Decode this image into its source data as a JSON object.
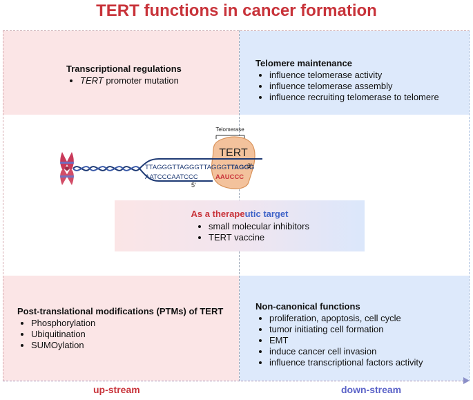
{
  "title": "TERT functions in cancer formation",
  "top_left": {
    "heading": "Transcriptional regulations",
    "items": [
      {
        "em": "TERT",
        "text": " promoter mutation"
      }
    ]
  },
  "top_right": {
    "heading": "Telomere maintenance",
    "items": [
      "influence telomerase activity",
      "influence telomerase assembly",
      "influence recruiting telomerase to telomere"
    ]
  },
  "center": {
    "telomerase_label": "Telomerase",
    "tert_label": "TERT",
    "strand_top": "TTAGGGTTAGGGTTAGGG",
    "strand_top_bold": "TTAGGG",
    "end_3": "3'",
    "strand_bottom": "AATCCCAATCCC",
    "end_5": "5'",
    "template": "AAUCCC"
  },
  "therapy": {
    "heading_a": "As a therape",
    "heading_b": "utic target",
    "items": [
      "small molecular inhibitors",
      "TERT vaccine"
    ]
  },
  "bottom_left": {
    "heading": "Post-translational modifications (PTMs) of TERT",
    "items": [
      "Phosphorylation",
      "Ubiquitination",
      "SUMOylation"
    ]
  },
  "bottom_right": {
    "heading": "Non-canonical functions",
    "items": [
      "proliferation, apoptosis, cell cycle",
      "tumor initiating cell formation",
      "EMT",
      "induce cancer cell invasion",
      "influence transcriptional factors activity"
    ]
  },
  "axis": {
    "left": "up-stream",
    "right": "down-stream"
  },
  "colors": {
    "upstream": "#c8333a",
    "downstream": "#5b63c8",
    "pink_bg": "#fbe5e6",
    "blue_bg": "#dde9fb",
    "tert": "#f3c29c"
  }
}
